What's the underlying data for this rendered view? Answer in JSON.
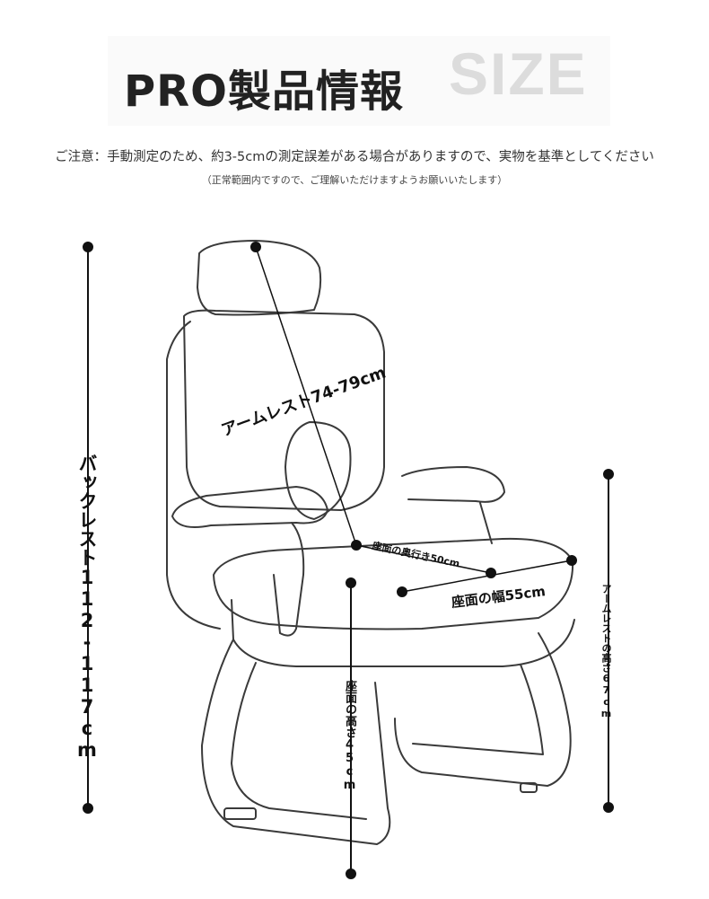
{
  "header": {
    "title": "PRO製品情報",
    "size_word": "SIZE"
  },
  "notice": {
    "main": "ご注意：手動測定のため、約3-5cmの測定誤差がある場合がありますので、実物を基準としてください",
    "sub": "（正常範囲内ですので、ご理解いただけますようお願いいたします）"
  },
  "dimensions": {
    "backrest": "バックレスト112-117cm",
    "armrest_length": "アームレスト74-79cm",
    "seat_depth": "座面の奥行き50cm",
    "seat_width": "座面の幅55cm",
    "seat_height": "座面の高さ45cm",
    "armrest_height": "アームレストの高さ67cm"
  },
  "colors": {
    "line": "#111111",
    "chair_outline": "#3a3a3a",
    "size_word": "#dcdcdc"
  }
}
